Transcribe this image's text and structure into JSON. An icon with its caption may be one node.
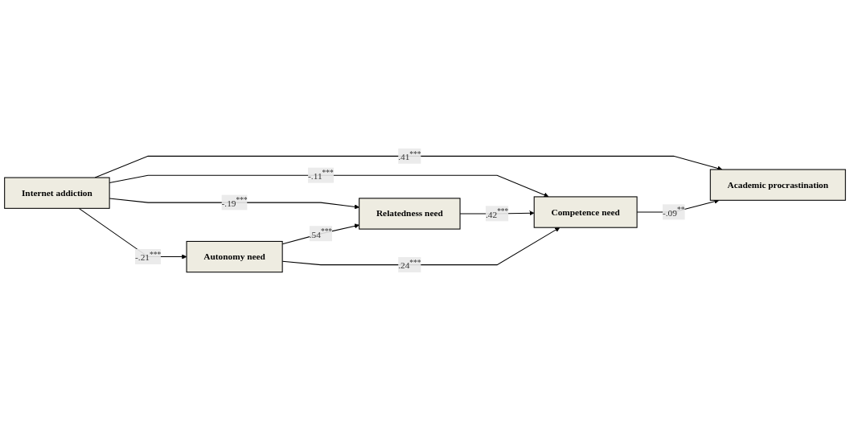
{
  "diagram": {
    "nodes": [
      {
        "text": [
          "Internet addiction"
        ]
      },
      {
        "text": [
          "Academic procrastination"
        ]
      },
      {
        "text": [
          "Relatedness need"
        ]
      },
      {
        "text": [
          "Competence need"
        ]
      },
      {
        "text": [
          "Autonomy need"
        ]
      }
    ],
    "edges": [
      {
        "from": 0,
        "to": 1,
        "arrow": "to",
        "label": ".41$^{***}$"
      },
      {
        "from": 0,
        "to": 2,
        "arrow": "to",
        "label": "-.19$^{***}$"
      },
      {
        "from": 0,
        "to": 3,
        "arrow": "to",
        "label": "-.11$^{***}$"
      },
      {
        "from": 0,
        "to": 4,
        "arrow": "to",
        "label": "-.21$^{***}$"
      },
      {
        "from": 2,
        "to": 3,
        "arrow": "to",
        "label": ".42$^{***}$"
      },
      {
        "from": 4,
        "to": 2,
        "arrow": "to",
        "label": ".54$^{***}$"
      },
      {
        "from": 4,
        "to": 3,
        "arrow": "to",
        "label": ".24$^{***}$"
      },
      {
        "from": 3,
        "to": 1,
        "arrow": "to",
        "label": "-.09$^{**}$"
      }
    ]
  }
}
